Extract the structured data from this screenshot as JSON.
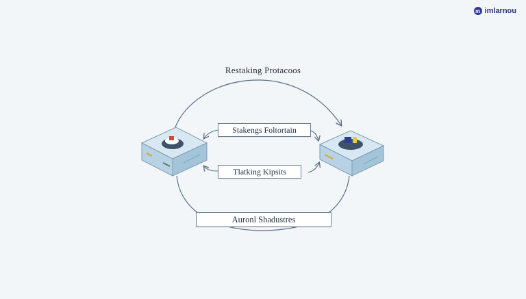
{
  "brand": {
    "name": "imlarnou"
  },
  "diagram": {
    "title": "Restaking Protacoos",
    "top_label": "Stakengs Foltortain",
    "middle_label": "Tlatking Kipsits",
    "bottom_label": "Auronl Shadustres"
  },
  "colors": {
    "background": "#f3f6f9",
    "line": "#5a6e82",
    "server_glass": "#bcd7e8",
    "brand": "#2f3a9a"
  },
  "icons": [
    "left-server-icon",
    "right-server-icon",
    "logo-icon"
  ]
}
